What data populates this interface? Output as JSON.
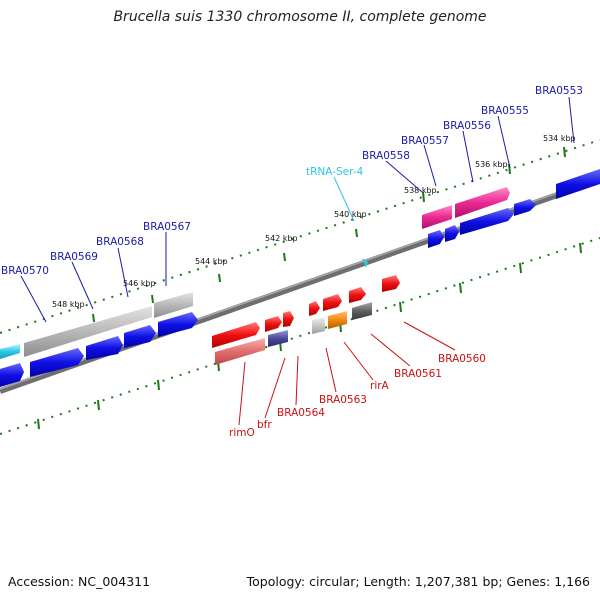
{
  "header": {
    "title": "Brucella suis 1330 chromosome II, complete genome"
  },
  "footer": {
    "accession": "Accession: NC_004311",
    "topology": "Topology: circular; Length: 1,207,381 bp; Genes: 1,166"
  },
  "ticks": [
    "534 kbp",
    "536 kbp",
    "538 kbp",
    "540 kbp",
    "542 kbp",
    "544 kbp",
    "546 kbp",
    "548 kbp"
  ],
  "top_labels": [
    "BRA0553",
    "BRA0555",
    "BRA0556",
    "BRA0557",
    "BRA0558",
    "tRNA-Ser-4",
    "BRA0567",
    "BRA0568",
    "BRA0569",
    "BRA0570"
  ],
  "bottom_labels": [
    "BRA0560",
    "BRA0561",
    "rirA",
    "BRA0563",
    "BRA0564",
    "bfr",
    "rimO"
  ],
  "colors": {
    "cds_blue": "#0a0ae0",
    "label_blue": "#1a1aa8",
    "trna_cyan": "#2cc6e6",
    "label_red": "#cc1111",
    "pseudo_gray": "#b4b4b4",
    "pink": "#e8258f",
    "salmon": "#e06a6a",
    "orange": "#f08a10",
    "purple": "#4a4a9a",
    "dark_gray": "#606060",
    "tick_green": "#1a7a1a",
    "backbone": "#6e6e6e"
  }
}
